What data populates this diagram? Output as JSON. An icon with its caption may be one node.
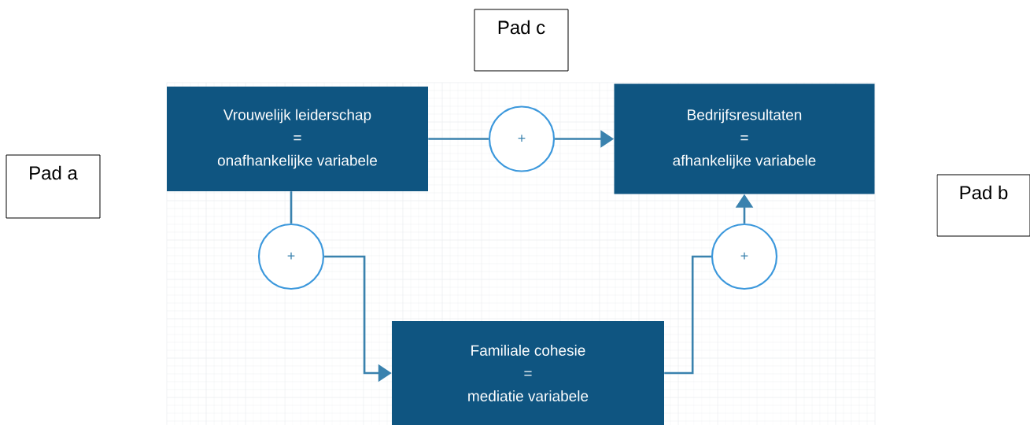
{
  "diagram": {
    "nodes": [
      {
        "text": [
          "Pad c"
        ]
      },
      {
        "text": [
          "Vrouwelijk leiderschap",
          "=",
          "onafhankelijke variabele"
        ]
      },
      {
        "text": [
          "+"
        ]
      },
      {
        "text": [
          "Bedrijfsresultaten",
          "=",
          "afhankelijke variabele"
        ]
      },
      {
        "text": [
          "Pad a"
        ]
      },
      {
        "text": [
          "Pad b"
        ]
      },
      {
        "text": [
          "+"
        ]
      },
      {
        "text": [
          "+"
        ]
      },
      {
        "text": [
          "Familiale cohesie",
          "=",
          "mediatie variabele"
        ]
      }
    ],
    "edges": [
      {
        "from": 1,
        "to": 2,
        "arrow": "none"
      },
      {
        "from": 2,
        "to": 3,
        "arrow": "to"
      },
      {
        "from": 1,
        "to": 6,
        "arrow": "none"
      },
      {
        "from": 6,
        "to": 8,
        "arrow": "to"
      },
      {
        "from": 8,
        "to": 7,
        "arrow": "none"
      },
      {
        "from": 7,
        "to": 3,
        "arrow": "to"
      }
    ]
  }
}
